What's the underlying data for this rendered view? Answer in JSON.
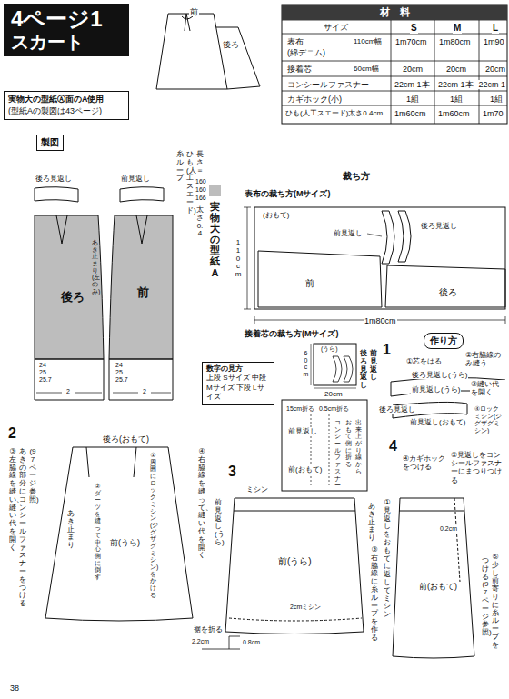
{
  "diagram": {
    "nodes": [
      {
        "text": [
          "4ページ1",
          "スカート"
        ]
      },
      {
        "text": [
          "実物大の型紙Ⓐ面のA使用",
          "(型紙Aの製図は43ページ)"
        ]
      },
      {
        "text": [
          "材　料"
        ]
      },
      {
        "text": [
          "製図"
        ]
      },
      {
        "text": [
          "数字の見方",
          "上段 Sサイズ 中段 Mサイズ 下段 Lサイズ"
        ]
      },
      {
        "text": [
          "作り方"
        ]
      }
    ],
    "labels": [
      "前",
      "後ろ",
      "サイズ",
      "S",
      "M",
      "L",
      "表布",
      "(綿デニム)",
      "110cm幅",
      "1m70cm",
      "1m80cm",
      "1m90",
      "接着芯",
      "60cm幅",
      "20cm",
      "20cm",
      "20cm",
      "コンシールファスナー",
      "22cm 1本",
      "22cm 1本",
      "22cm 1",
      "カギホック(小)",
      "1組",
      "1組",
      "1組",
      "ひも(人工スエード)太さ0.4cm",
      "1m60cm",
      "1m60cm",
      "1m70",
      "後ろ見返し",
      "前見返し",
      "糸ループ",
      "ひも(人工スエード)",
      "長さ＝",
      "160",
      "160",
      "166",
      "太さ0.4",
      "実物大の型紙A",
      "後ろ",
      "前",
      "あき止まり(左のみ)",
      "24",
      "25",
      "25.7",
      "24",
      "25",
      "25.7",
      "2",
      "2",
      "裁ち方",
      "表布の裁ち方(Mサイズ)",
      "(おもて)",
      "110cm",
      "前見返し",
      "後ろ見返し",
      "前",
      "後ろ",
      "1m80cm",
      "接着芯の裁ち方(Mサイズ)",
      "(うら)",
      "60cm",
      "20cm",
      "後ろ見返し",
      "前見返し",
      "1",
      "①芯をはる",
      "②右脇線のみ縫う",
      "後ろ見返し(うら)",
      "後ろ見返し",
      "前見返し(うら)",
      "③縫い代を開く",
      "前見返し(おもて)",
      "④ロックミシン(ジグザグミシン)",
      "2",
      "後ろ(おもて)",
      "③左脇線を縫い、縫い代を開く",
      "あきの部分にコンシールファスナーをつける",
      "(97ページ参照)",
      "④右脇線を縫って、縫い代を開く",
      "①周囲にロックミシン(ジグザグミシン)をかける",
      "②ダーツを縫って中心側に倒す",
      "あき止まり",
      "前(うら)",
      "3",
      "15cm折る",
      "0.5cm折る",
      "前見返し",
      "コンシールファスナー",
      "おもて側に折る",
      "出来上がり線から",
      "前(おもて)",
      "ミシン",
      "前見返し(うら)",
      "あき止まり",
      "前(うら)",
      "2cmミシン",
      "③右脇線に糸ループを作る",
      "裾を折る",
      "2.2cm",
      "0.8cm",
      "4",
      "④カギホックをつける",
      "②見返しをコンシールファスナーにまつりつける",
      "0.2cm",
      "①見返しをおもてに返してミシン",
      "前(おもて)",
      "⑤少し前寄りに糸ループを",
      "つける(97ページ参照)",
      "38"
    ]
  }
}
